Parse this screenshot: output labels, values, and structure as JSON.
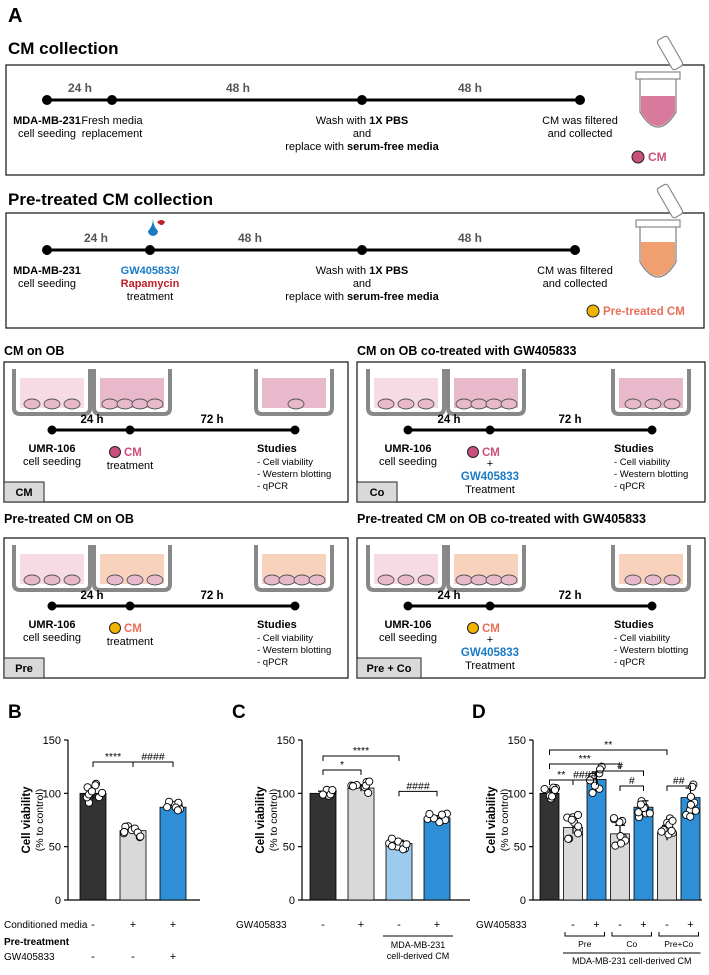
{
  "panel_a": {
    "letter": "A",
    "cm_collection": {
      "title": "CM collection",
      "intervals": [
        "24 h",
        "48 h",
        "48 h"
      ],
      "step1_bold": "MDA-MB-231",
      "step1_line2": "cell seeding",
      "step2_line1": "Fresh media",
      "step2_line2": "replacement",
      "step3_line1_pre": "Wash with ",
      "step3_line1_bold": "1X PBS",
      "step3_line2": "and",
      "step3_line3_pre": "replace with ",
      "step3_line3_bold": "serum-free media",
      "step4_line1": "CM was filtered",
      "step4_line2": "and collected",
      "legend": "CM"
    },
    "pretreated_collection": {
      "title": "Pre-treated CM collection",
      "intervals": [
        "24 h",
        "48 h",
        "48 h"
      ],
      "step1_bold": "MDA-MB-231",
      "step1_line2": "cell seeding",
      "drug1": "GW405833/",
      "drug2": "Rapamycin",
      "step2_line3": "treatment",
      "step3_line1_pre": "Wash with ",
      "step3_line1_bold": "1X PBS",
      "step3_line2": "and",
      "step3_line3_pre": "replace with ",
      "step3_line3_bold": "serum-free media",
      "step4_line1": "CM was filtered",
      "step4_line2": "and collected",
      "legend": "Pre-treated CM"
    },
    "boxes": [
      {
        "title": "CM on OB",
        "tag": "CM",
        "cm": "CM",
        "treat_extra": "",
        "treat_label": "treatment"
      },
      {
        "title": "CM on OB co-treated with GW405833",
        "tag": "Co",
        "cm": "CM",
        "treat_extra": "GW405833",
        "treat_label": "Treatment"
      },
      {
        "title": "Pre-treated CM on OB",
        "tag": "Pre",
        "cm": "CM",
        "treat_extra": "",
        "treat_label": "treatment"
      },
      {
        "title": "Pre-treated CM on OB co-treated with GW405833",
        "tag": "Pre + Co",
        "cm": "CM",
        "treat_extra": "GW405833",
        "treat_label": "Treatment"
      }
    ],
    "box_common": {
      "int1": "24 h",
      "int2": "72 h",
      "cell_bold": "UMR-106",
      "cell_line2": "cell seeding",
      "studies": "Studies",
      "study_items": [
        "- Cell viability",
        "- Western blotting",
        "- qPCR"
      ]
    }
  },
  "colors": {
    "cm": "#c94f7c",
    "cm_light": "#e7b9cb",
    "pretreated": "#f0a070",
    "pretreated_dot": "#f2b400",
    "gw_blue": "#1a7bc4",
    "rapamycin_red": "#c0202a",
    "bar_dark": "#333333",
    "bar_grey": "#d9d9d9",
    "bar_blue": "#2e8fd6",
    "bar_lightblue": "#9dcbee"
  },
  "chart_data": [
    {
      "type": "bar",
      "letter": "B",
      "ylabel": "Cell viability",
      "ylabel2": "(% to control)",
      "ylim": [
        0,
        150
      ],
      "yticks": [
        0,
        50,
        100,
        150
      ],
      "values": [
        100,
        65,
        87
      ],
      "errors": [
        5,
        3,
        3
      ],
      "colors": [
        "dark",
        "grey",
        "blue"
      ],
      "row_labels": [
        "Conditioned media",
        "Pre-treatment",
        "GW405833"
      ],
      "row1": [
        "-",
        "+",
        "+"
      ],
      "row3": [
        "-",
        "-",
        "+"
      ],
      "sig": [
        "****",
        "####"
      ]
    },
    {
      "type": "bar",
      "letter": "C",
      "ylabel": "Cell viability",
      "ylabel2": "(% to control)",
      "ylim": [
        0,
        150
      ],
      "yticks": [
        0,
        50,
        100,
        150
      ],
      "values": [
        100,
        105,
        53,
        77
      ],
      "errors": [
        2,
        3,
        3,
        2
      ],
      "colors": [
        "dark",
        "grey",
        "lightblue",
        "blue"
      ],
      "row_label": "GW405833",
      "row": [
        "-",
        "+",
        "-",
        "+"
      ],
      "group_label": [
        "MDA-MB-231",
        "cell-derived CM"
      ],
      "sig": [
        "*",
        "****",
        "####"
      ]
    },
    {
      "type": "bar",
      "letter": "D",
      "ylabel": "Cell viability",
      "ylabel2": "(% to control)",
      "ylim": [
        0,
        150
      ],
      "yticks": [
        0,
        50,
        100,
        150
      ],
      "values": [
        100,
        68,
        113,
        62,
        87,
        63,
        96
      ],
      "errors": [
        4,
        6,
        7,
        8,
        6,
        7,
        9
      ],
      "colors": [
        "dark",
        "grey",
        "blue",
        "grey",
        "blue",
        "grey",
        "blue"
      ],
      "row_label": "GW405833",
      "row": [
        "",
        "-",
        "+",
        "-",
        "+",
        "-",
        "+"
      ],
      "groups": [
        "Pre",
        "Co",
        "Pre+Co"
      ],
      "group_label": "MDA-MB-231 cell-derived CM",
      "sig": [
        "**",
        "***",
        "**",
        "####",
        "#",
        "#",
        "##"
      ]
    }
  ]
}
